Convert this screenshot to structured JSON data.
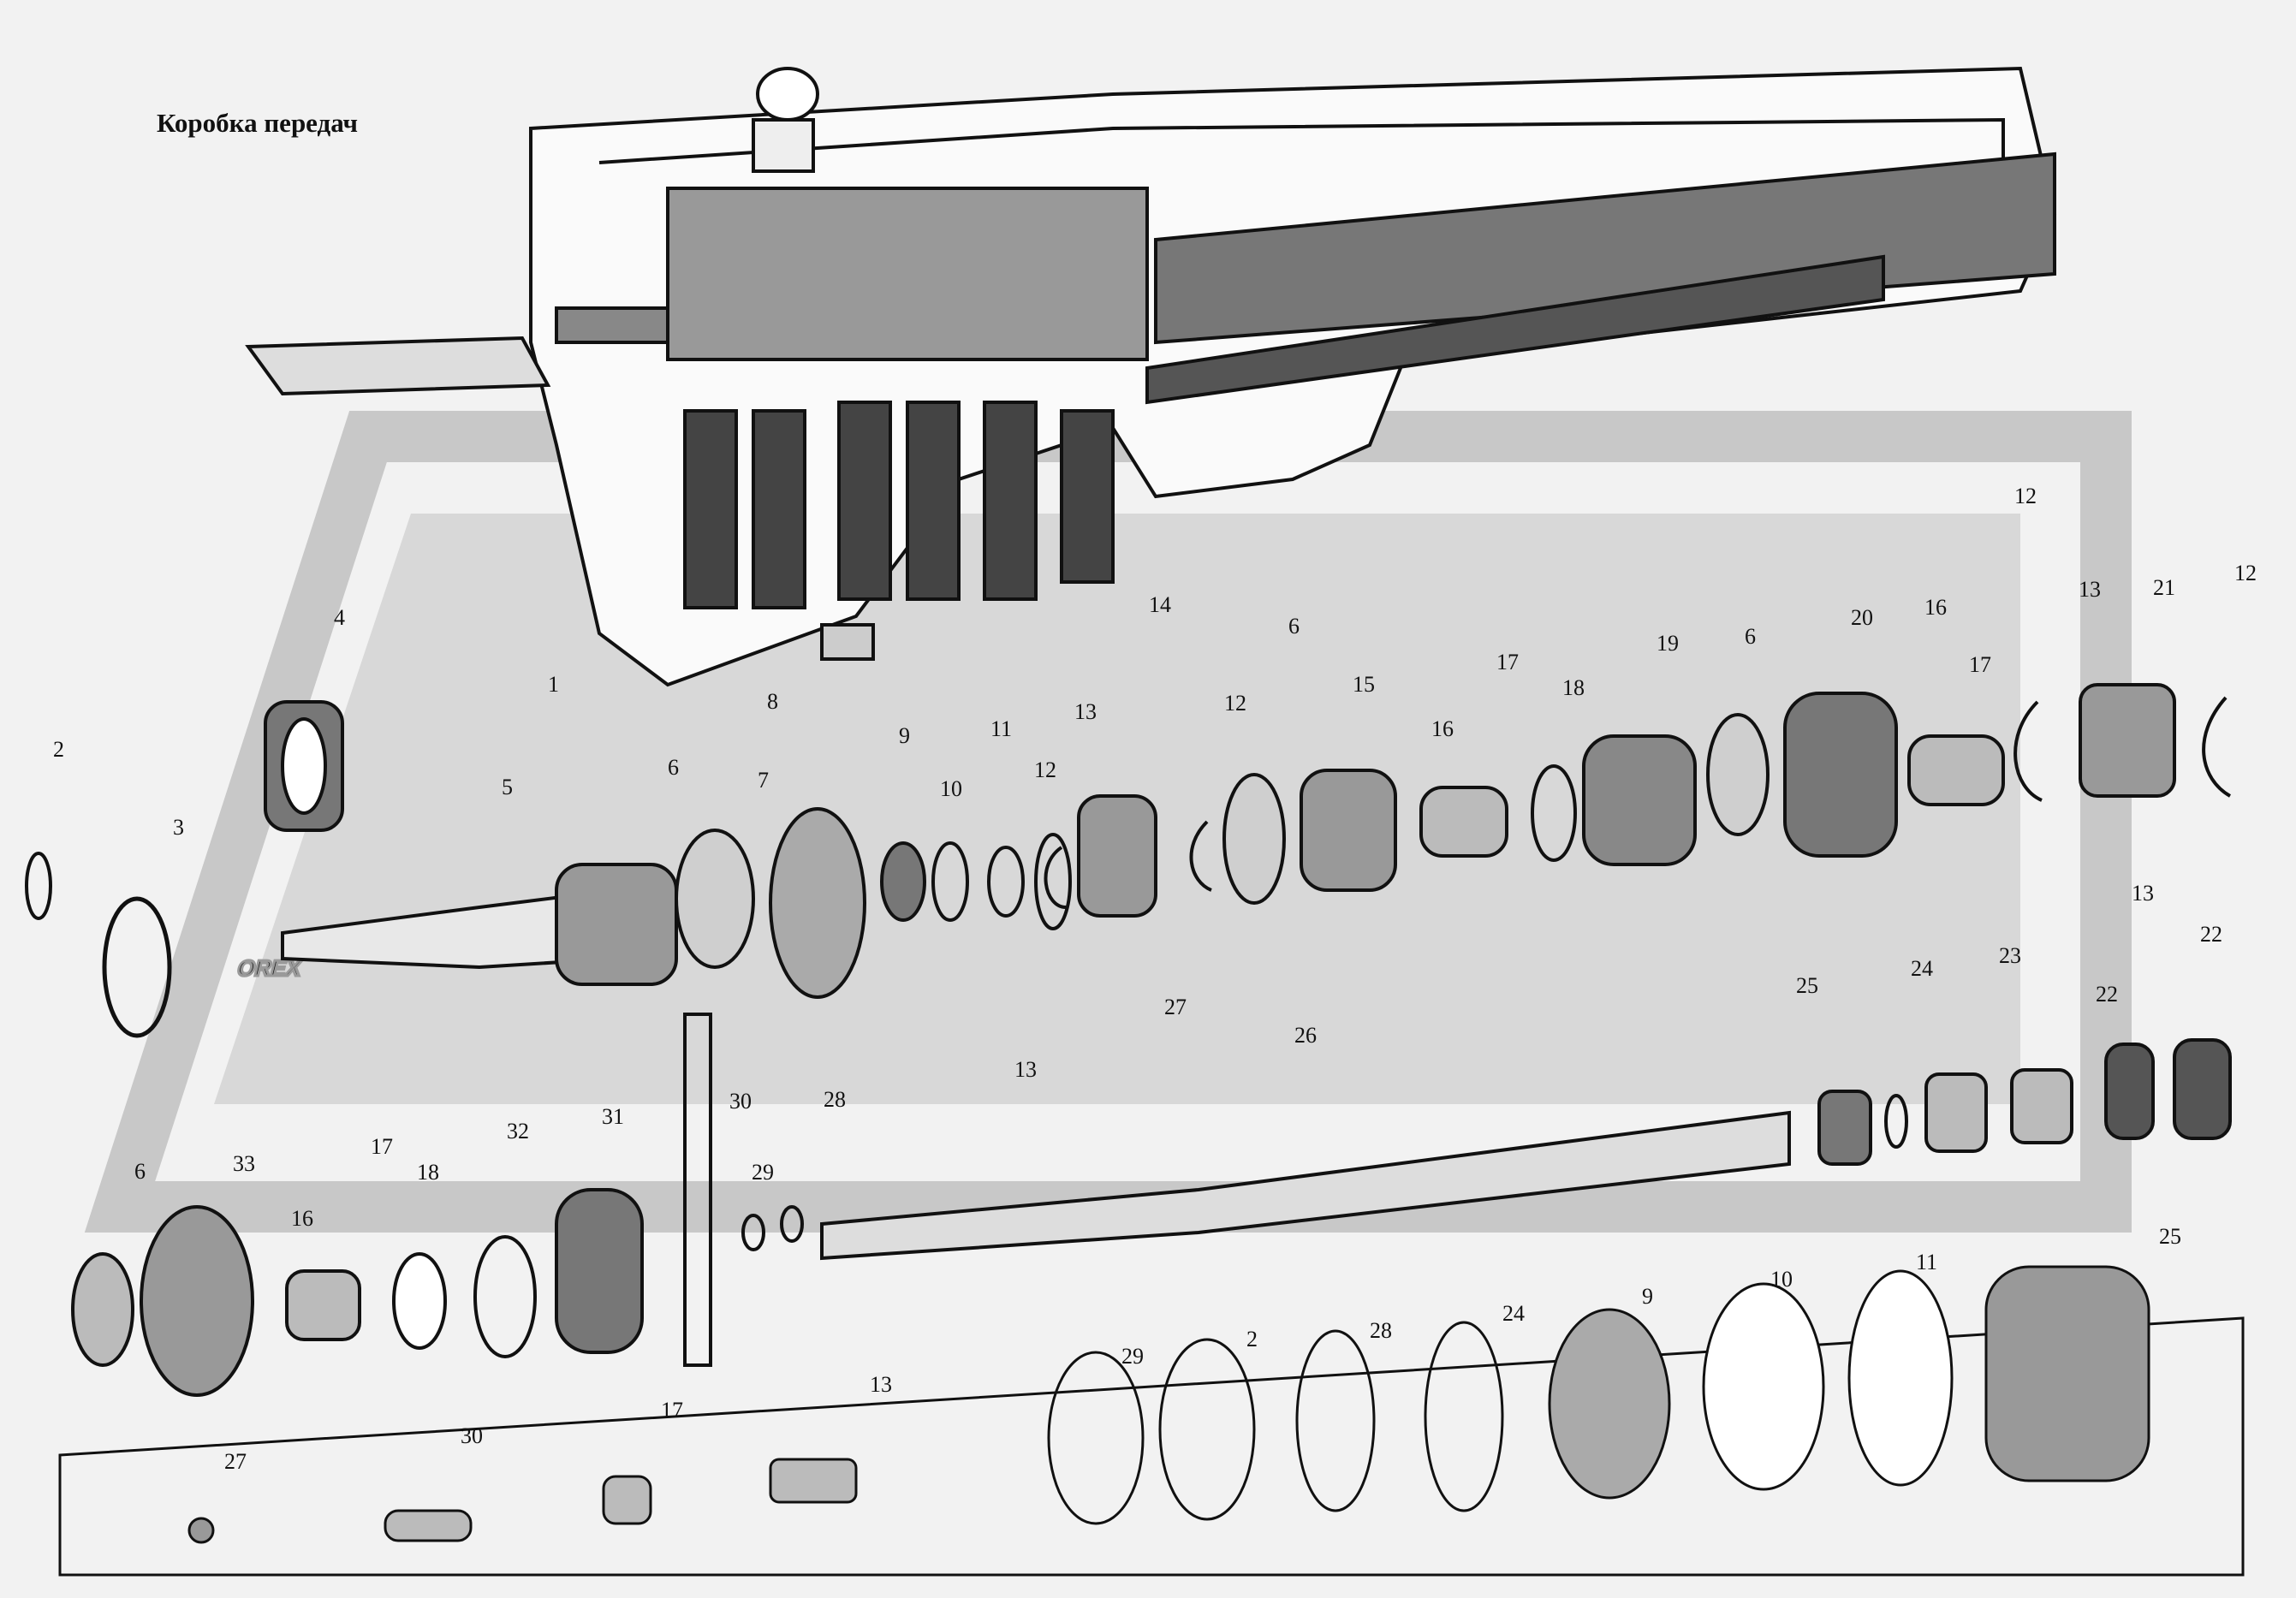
{
  "title": "Коробка передач",
  "watermark": {
    "text": "OREX",
    "color": "#c9c9c9"
  },
  "colors": {
    "line": "#111111",
    "paper": "#f2f2f2",
    "watermark": "#cdcdcd"
  },
  "callouts": [
    "1",
    "2",
    "3",
    "4",
    "5",
    "6",
    "7",
    "8",
    "9",
    "10",
    "11",
    "12",
    "13",
    "14",
    "15",
    "16",
    "17",
    "18",
    "19",
    "20",
    "21",
    "22",
    "23",
    "24",
    "25",
    "26",
    "27",
    "28",
    "29",
    "30",
    "31",
    "32",
    "33"
  ]
}
